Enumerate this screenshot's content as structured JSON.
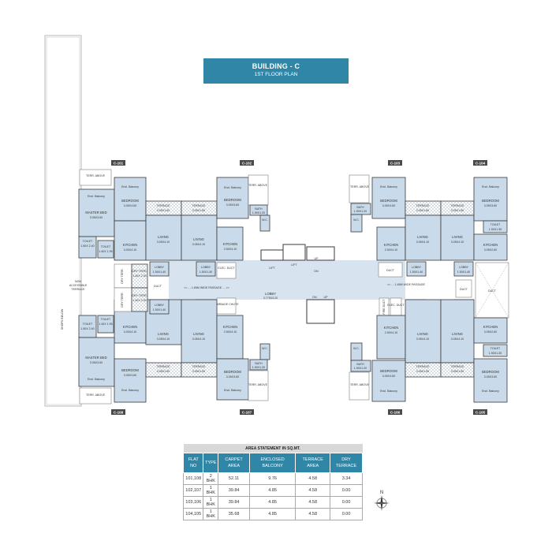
{
  "header": {
    "title": "BUILDING - C",
    "subtitle": "1ST FLOOR PLAN"
  },
  "flat_tags": [
    "C-101",
    "C-102",
    "C-103",
    "C-104",
    "C-105",
    "C-106",
    "C-107",
    "C-108"
  ],
  "side_labels": {
    "non_accessible_terrace": "NON ACCESSIBLE TERRACE",
    "shops_below": "SHOPS BELOW"
  },
  "rooms": {
    "terr_above": "TERR. ABOVE",
    "encl_balcony": "Encl. Balcony",
    "master_bed": "MASTER BED",
    "master_bed_dim": "3.05X3.60",
    "bedroom": "BEDROOM",
    "bedroom_dim": "3.05X3.60",
    "terrace": "TERRACE",
    "terrace_dim_a": "3.05X1.50",
    "terrace_dim_b": "3.05X1.60",
    "terrace_dim_c": "3.05X1.50",
    "toilet": "TOILET",
    "toilet_dim_a": "1.50X 2.40",
    "toilet_dim_b": "1.40X 1.95",
    "toilet_dim_c": "1.90X1.35",
    "kitchen": "KITCHEN",
    "kitchen_dim_a": "3.00X4.10",
    "kitchen_dim_b": "2.50X4.10",
    "kitchen_dim_c": "3.05X2.60",
    "living": "LIVING",
    "living_dim": "3.05X4.10",
    "bath": "BATH",
    "bath_dim": "1.90X1.20",
    "wc": "W.C.",
    "wc_dim": "1.00X 1.30",
    "lobby": "LOBBY",
    "lobby_dim": "1.50X1.40",
    "main_lobby": "LOBBY",
    "main_lobby_dim": "3.775X3.20",
    "dry_terr": "DRY TERR.",
    "dry_terr_dim": "1.40X 2.30",
    "dry_terr_dim2": "1.40X 2.30",
    "duct": "DUCT",
    "elec_duct": "ELEC. DUCT",
    "fire_duct": "FIRE DUCT",
    "garbage_chute": "GARBAGE CHUTE",
    "lift": "LIFT",
    "up": "UP",
    "dn": "DN",
    "passage_left": "<< - - 1.65M WIDE PASSAGE - - >>",
    "passage_right": "<< - - 1.65M WIDE PASSAGE"
  },
  "area_statement": {
    "caption": "AREA STATEMENT  IN  SQ.MT.",
    "columns": [
      "FLAT NO",
      "TYPE",
      "CARPET AREA",
      "ENCLOSED BALCONY",
      "TERRACE AREA",
      "DRY TERRACE"
    ],
    "rows": [
      [
        "101,108",
        "2 BHK",
        "52.11",
        "9.76",
        "4.58",
        "3.34"
      ],
      [
        "102,107",
        "1 BHK",
        "39.84",
        "4.85",
        "4.58",
        "0.00"
      ],
      [
        "103,106",
        "1 BHK",
        "39.84",
        "4.85",
        "4.58",
        "0.00"
      ],
      [
        "104,105",
        "1 BHK",
        "35.68",
        "4.85",
        "4.58",
        "0.00"
      ]
    ]
  },
  "compass": {
    "label": "N"
  },
  "colors": {
    "accent": "#2f86a6",
    "room_fill": "#c9dbea",
    "lobby_fill": "#d7e4f0",
    "wall": "#3a3a3a"
  }
}
